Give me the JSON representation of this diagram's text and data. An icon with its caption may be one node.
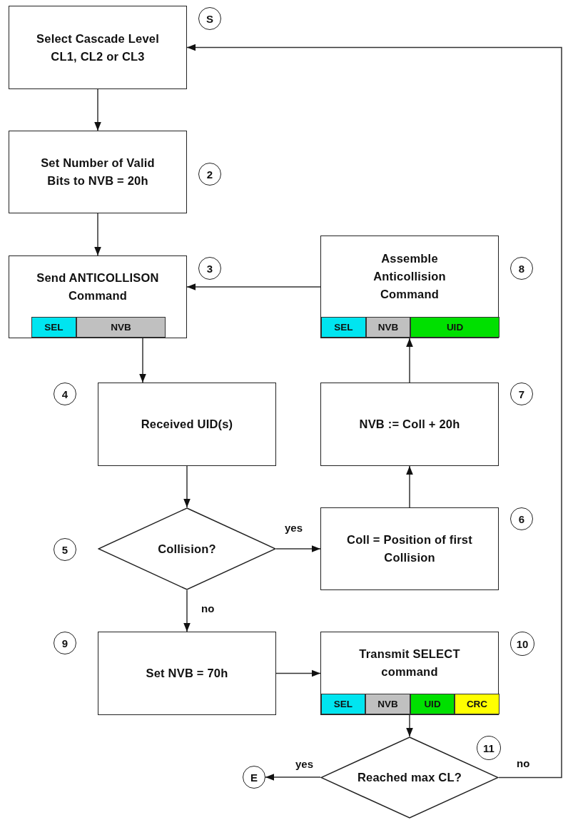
{
  "diagram": {
    "nodes": [
      {
        "text": [
          "Select Cascade Level CL1, CL2 or CL3"
        ]
      },
      {
        "text": [
          "Set Number of Valid Bits to NVB = 20h"
        ]
      },
      {
        "text": [
          "Send ANTICOLLISON Command"
        ]
      },
      {
        "text": [
          "SEL"
        ],
        "in": 2
      },
      {
        "text": [
          "NVB"
        ],
        "in": 2
      },
      {
        "text": [
          "Assemble Anticollision Command"
        ]
      },
      {
        "text": [
          "SEL"
        ],
        "in": 5
      },
      {
        "text": [
          "NVB"
        ],
        "in": 5
      },
      {
        "text": [
          "UID"
        ],
        "in": 5
      },
      {
        "text": [
          "Received UID(s)"
        ]
      },
      {
        "text": [
          "NVB := Coll + 20h"
        ]
      },
      {
        "text": [
          "Collision?"
        ]
      },
      {
        "text": [
          "Coll = Position of first Collision"
        ]
      },
      {
        "text": [
          "Set NVB = 70h"
        ]
      },
      {
        "text": [
          "Transmit SELECT command"
        ]
      },
      {
        "text": [
          "SEL"
        ],
        "in": 14
      },
      {
        "text": [
          "NVB"
        ],
        "in": 14
      },
      {
        "text": [
          "UID"
        ],
        "in": 14
      },
      {
        "text": [
          "CRC"
        ],
        "in": 14
      },
      {
        "text": [
          "Reached max CL?"
        ]
      },
      {
        "text": [
          "E"
        ]
      },
      {
        "text": [
          "S"
        ]
      },
      {
        "text": [
          "2"
        ]
      },
      {
        "text": [
          "3"
        ]
      },
      {
        "text": [
          "8"
        ]
      },
      {
        "text": [
          "4"
        ]
      },
      {
        "text": [
          "7"
        ]
      },
      {
        "text": [
          "5"
        ]
      },
      {
        "text": [
          "6"
        ]
      },
      {
        "text": [
          "9"
        ]
      },
      {
        "text": [
          "10"
        ]
      },
      {
        "text": [
          "11"
        ]
      }
    ],
    "edges": [
      {
        "from": 0,
        "to": 1,
        "arrow": "to"
      },
      {
        "from": 1,
        "to": 2,
        "arrow": "to"
      },
      {
        "from": 5,
        "to": 2,
        "arrow": "to"
      },
      {
        "from": 2,
        "to": 9,
        "arrow": "to"
      },
      {
        "from": 9,
        "to": 11,
        "arrow": "to"
      },
      {
        "from": 11,
        "to": 12,
        "arrow": "to",
        "label": "yes"
      },
      {
        "from": 12,
        "to": 10,
        "arrow": "to"
      },
      {
        "from": 10,
        "to": 5,
        "arrow": "to"
      },
      {
        "from": 11,
        "to": 13,
        "arrow": "to",
        "label": "no"
      },
      {
        "from": 13,
        "to": 14,
        "arrow": "to"
      },
      {
        "from": 14,
        "to": 19,
        "arrow": "to"
      },
      {
        "from": 19,
        "to": 20,
        "arrow": "to",
        "label": "yes"
      },
      {
        "from": 19,
        "to": 0,
        "arrow": "to",
        "label": "no"
      }
    ]
  }
}
